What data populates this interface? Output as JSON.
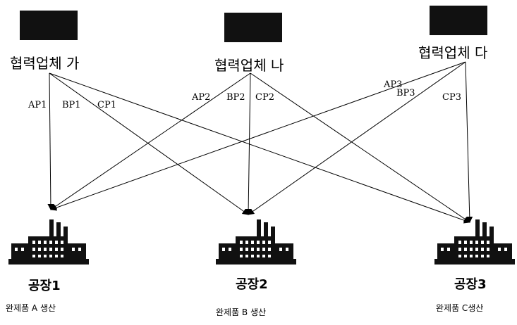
{
  "suppliers": [
    {
      "id": "ga",
      "label": "협력업체 가"
    },
    {
      "id": "na",
      "label": "협력업체 나"
    },
    {
      "id": "da",
      "label": "협력업체 다"
    }
  ],
  "factories": [
    {
      "id": "f1",
      "label": "공장1",
      "product": "완제품 A 생산"
    },
    {
      "id": "f2",
      "label": "공장2",
      "product": "완제품 B 생산"
    },
    {
      "id": "f3",
      "label": "공장3",
      "product": "완제품 C생산"
    }
  ],
  "paths": [
    {
      "from": "ga",
      "to": "f1",
      "label": "AP1"
    },
    {
      "from": "ga",
      "to": "f2",
      "label": "BP1"
    },
    {
      "from": "ga",
      "to": "f3",
      "label": "CP1"
    },
    {
      "from": "na",
      "to": "f1",
      "label": "AP2"
    },
    {
      "from": "na",
      "to": "f2",
      "label": "BP2"
    },
    {
      "from": "na",
      "to": "f3",
      "label": "CP2"
    },
    {
      "from": "da",
      "to": "f1",
      "label": "AP3"
    },
    {
      "from": "da",
      "to": "f2",
      "label": "BP3"
    },
    {
      "from": "da",
      "to": "f3",
      "label": "CP3"
    }
  ],
  "colors": {
    "ink": "#000000",
    "box": "#111111",
    "background": "#ffffff"
  }
}
